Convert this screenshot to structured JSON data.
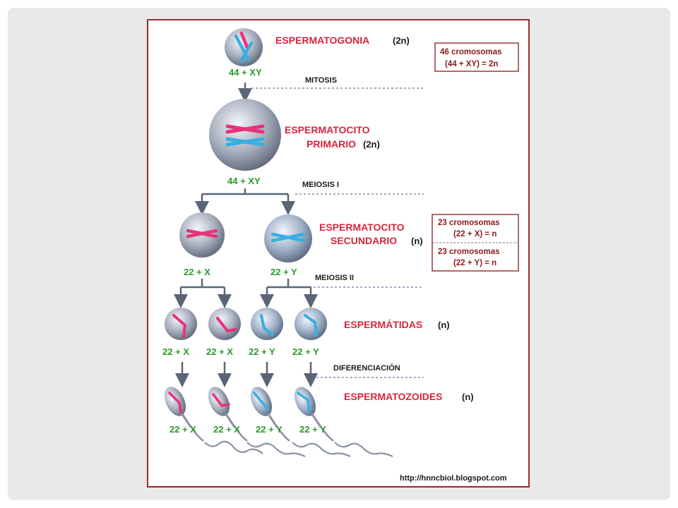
{
  "stages": {
    "spermatogonia": {
      "name": "ESPERMATOGONIA",
      "ploidy": "(2n)",
      "karyotype": "44 + XY"
    },
    "primary": {
      "name_line1": "ESPERMATOCITO",
      "name_line2": "PRIMARIO",
      "ploidy": "(2n)",
      "karyotype": "44 + XY"
    },
    "secondary": {
      "name_line1": "ESPERMATOCITO",
      "name_line2": "SECUNDARIO",
      "ploidy": "(n)",
      "karyotype_left": "22 + X",
      "karyotype_right": "22 + Y"
    },
    "spermatids": {
      "name": "ESPERMÁTIDAS",
      "ploidy": "(n)",
      "karyotypes": [
        "22 + X",
        "22 + X",
        "22 + Y",
        "22 + Y"
      ]
    },
    "spermatozoa": {
      "name": "ESPERMATOZOIDES",
      "ploidy": "(n)",
      "karyotypes": [
        "22 + X",
        "22 + X",
        "22 + Y",
        "22 + Y"
      ]
    }
  },
  "phases": {
    "mitosis": "MITOSIS",
    "meiosis1": "MEIOSIS  I",
    "meiosis2": "MEIOSIS  II",
    "differentiation": "DIFERENCIACIÓN"
  },
  "boxes": {
    "diploid": {
      "line1": "46 cromosomas",
      "line2": "(44 + XY) = 2n"
    },
    "haploid_x": {
      "line1": "23 cromosomas",
      "line2": "(22 + X) = n"
    },
    "haploid_y": {
      "line1": "23 cromosomas",
      "line2": "(22 + Y) = n"
    }
  },
  "credit": "http://hnncbiol.blogspot.com",
  "colors": {
    "chromosome_pink": "#e8327a",
    "chromosome_blue": "#3aaee0",
    "label_red": "#d5263c",
    "karyotype_green": "#2a9a2a",
    "arrow_gray": "#5a6577",
    "frame": "#9b2a2a"
  }
}
